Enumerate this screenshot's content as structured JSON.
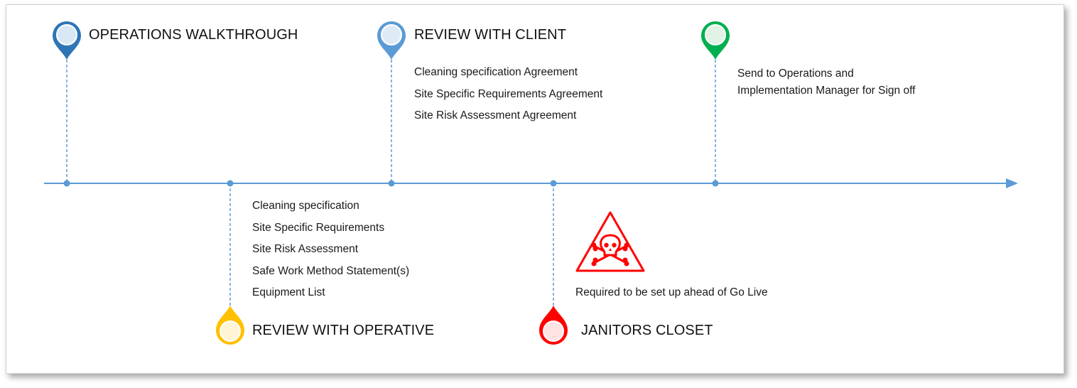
{
  "colors": {
    "timeline": "#5b9bd5",
    "pin_blue_dark": "#2e75b6",
    "pin_blue_light": "#5b9bd5",
    "pin_green": "#00b050",
    "pin_yellow": "#ffc000",
    "pin_red": "#ff0000"
  },
  "milestones": {
    "operations_walkthrough": {
      "title": "OPERATIONS WALKTHROUGH",
      "icon": "map-pin-blue-icon"
    },
    "review_with_client": {
      "title": "REVIEW WITH CLIENT",
      "icon": "map-pin-lightblue-icon",
      "items": [
        "Cleaning specification Agreement",
        "Site Specific Requirements Agreement",
        "Site Risk Assessment Agreement"
      ]
    },
    "sign_off": {
      "icon": "map-pin-green-icon",
      "lines": [
        "Send to Operations and",
        "Implementation Manager for Sign off"
      ]
    },
    "review_with_operative": {
      "title": "REVIEW WITH OPERATIVE",
      "icon": "map-pin-yellow-icon",
      "items": [
        "Cleaning specification",
        "Site Specific Requirements",
        "Site Risk Assessment",
        "Safe Work Method Statement(s)",
        "Equipment List"
      ]
    },
    "janitors_closet": {
      "title": "JANITORS CLOSET",
      "icon": "map-pin-red-icon",
      "warning_icon": "skull-warning-icon",
      "note": "Required to be set up ahead of Go Live"
    }
  }
}
